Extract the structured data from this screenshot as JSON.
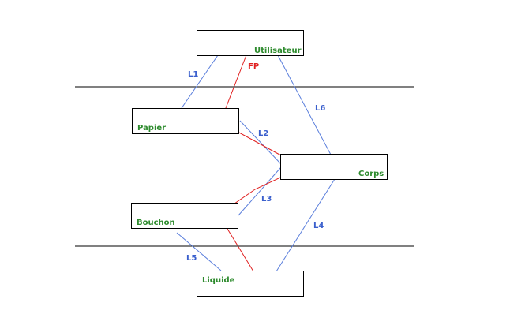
{
  "boxes": {
    "utilisateur": "Utilisateur",
    "papier": "Papier",
    "corps": "Corps",
    "bouchon": "Bouchon",
    "liquide": "Liquide"
  },
  "links": {
    "l1": "L1",
    "l2": "L2",
    "l3": "L3",
    "l4": "L4",
    "l5": "L5",
    "l6": "L6",
    "fp": "FP"
  },
  "colors": {
    "box_label": "#2e8b2e",
    "link": "#5b7fdc",
    "link_label": "#3a5fcd",
    "fp": "#e02020"
  }
}
